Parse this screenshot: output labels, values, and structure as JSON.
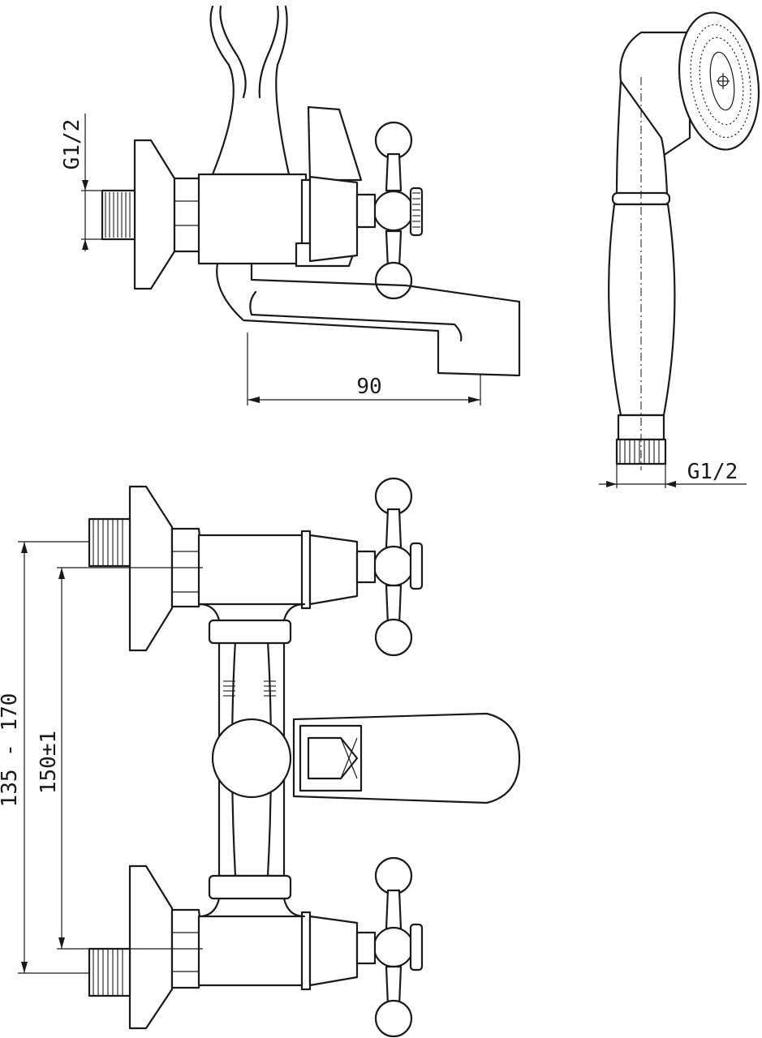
{
  "drawing": {
    "labels": {
      "thread_side_view": "G1/2",
      "thread_hand_shower": "G1/2",
      "spout_projection": "90",
      "wall_spacing_range": "135 - 170",
      "wall_spacing_nominal": "150±1"
    }
  }
}
